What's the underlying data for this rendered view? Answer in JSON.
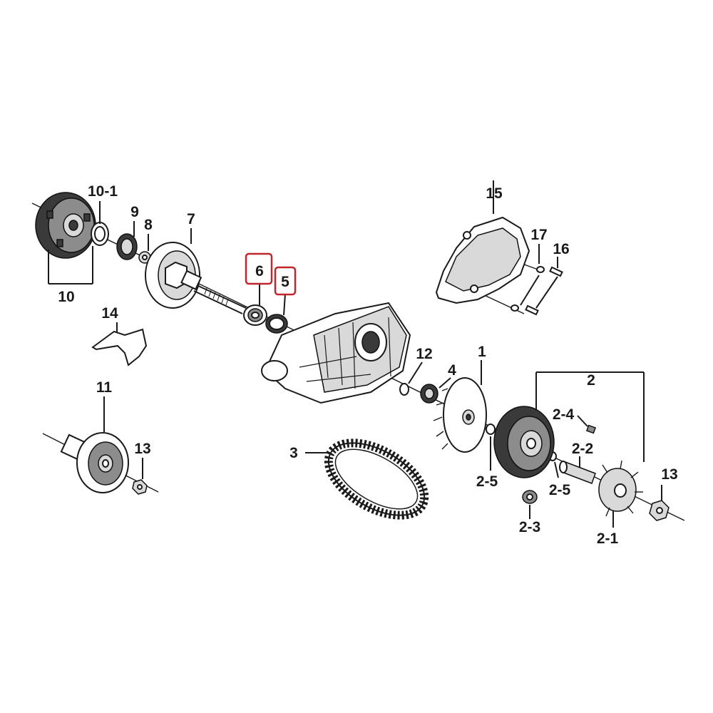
{
  "labels": {
    "p1": "1",
    "p2": "2",
    "p2_1": "2-1",
    "p2_2": "2-2",
    "p2_3": "2-3",
    "p2_4": "2-4",
    "p2_5a": "2-5",
    "p2_5b": "2-5",
    "p3": "3",
    "p4": "4",
    "p5": "5",
    "p6": "6",
    "p7": "7",
    "p8": "8",
    "p9": "9",
    "p10": "10",
    "p10_1": "10-1",
    "p11": "11",
    "p12": "12",
    "p13a": "13",
    "p13b": "13",
    "p14": "14",
    "p15": "15",
    "p16": "16",
    "p17": "17"
  },
  "highlighted_parts": [
    "6",
    "5"
  ],
  "colors": {
    "highlight": "#c0272d",
    "line": "#1a1a1a",
    "background": "#ffffff"
  }
}
